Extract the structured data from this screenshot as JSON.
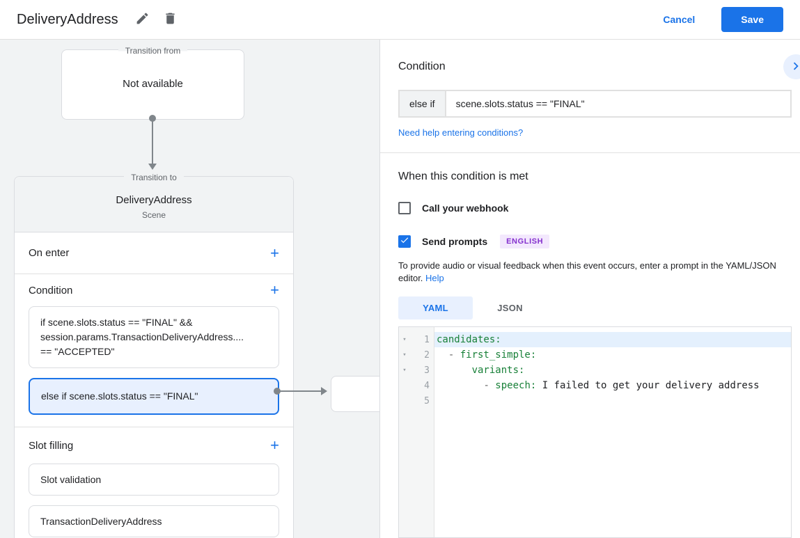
{
  "header": {
    "title": "DeliveryAddress",
    "cancel_label": "Cancel",
    "save_label": "Save"
  },
  "canvas": {
    "transition_from_label": "Transition from",
    "transition_from_content": "Not available",
    "transition_to_label": "Transition to",
    "scene_title": "DeliveryAddress",
    "scene_subtitle": "Scene",
    "on_enter_label": "On enter",
    "condition_label": "Condition",
    "slot_filling_label": "Slot filling",
    "add_icon_glyph": "+",
    "condition_if": {
      "lines": [
        "if scene.slots.status == \"FINAL\" &&",
        "session.params.TransactionDeliveryAddress....",
        "== \"ACCEPTED\""
      ]
    },
    "condition_else": "else if scene.slots.status == \"FINAL\"",
    "slot_items": [
      "Slot validation",
      "TransactionDeliveryAddress"
    ]
  },
  "panel": {
    "title": "Condition",
    "condition_prefix": "else if",
    "condition_value": "scene.slots.status == \"FINAL\"",
    "help_link": "Need help entering conditions?",
    "when_met_title": "When this condition is met",
    "webhook_label": "Call your webhook",
    "prompts_label": "Send prompts",
    "language_badge": "ENGLISH",
    "helper_text": "To provide audio or visual feedback when this event occurs, enter a prompt in the YAML/JSON editor. ",
    "helper_link": "Help",
    "tabs": {
      "yaml": "YAML",
      "json": "JSON"
    }
  },
  "editor": {
    "lines": [
      {
        "number": "1",
        "tokens": {
          "key": "candidates:"
        }
      },
      {
        "number": "2",
        "tokens": {
          "indent": "  ",
          "dash": "- ",
          "key": "first_simple:"
        }
      },
      {
        "number": "3",
        "tokens": {
          "indent": "      ",
          "key": "variants:"
        }
      },
      {
        "number": "4",
        "tokens": {
          "indent": "        ",
          "dash": "- ",
          "key": "speech:",
          "text": " I failed to get your delivery address"
        }
      },
      {
        "number": "5",
        "tokens": {}
      }
    ]
  },
  "colors": {
    "accent_blue": "#1a73e8",
    "selected_bg": "#e8f0fe",
    "canvas_bg": "#f1f3f4",
    "code_key_green": "#188038",
    "badge_purple": "#8430ce",
    "badge_bg": "#f3e8fd"
  }
}
